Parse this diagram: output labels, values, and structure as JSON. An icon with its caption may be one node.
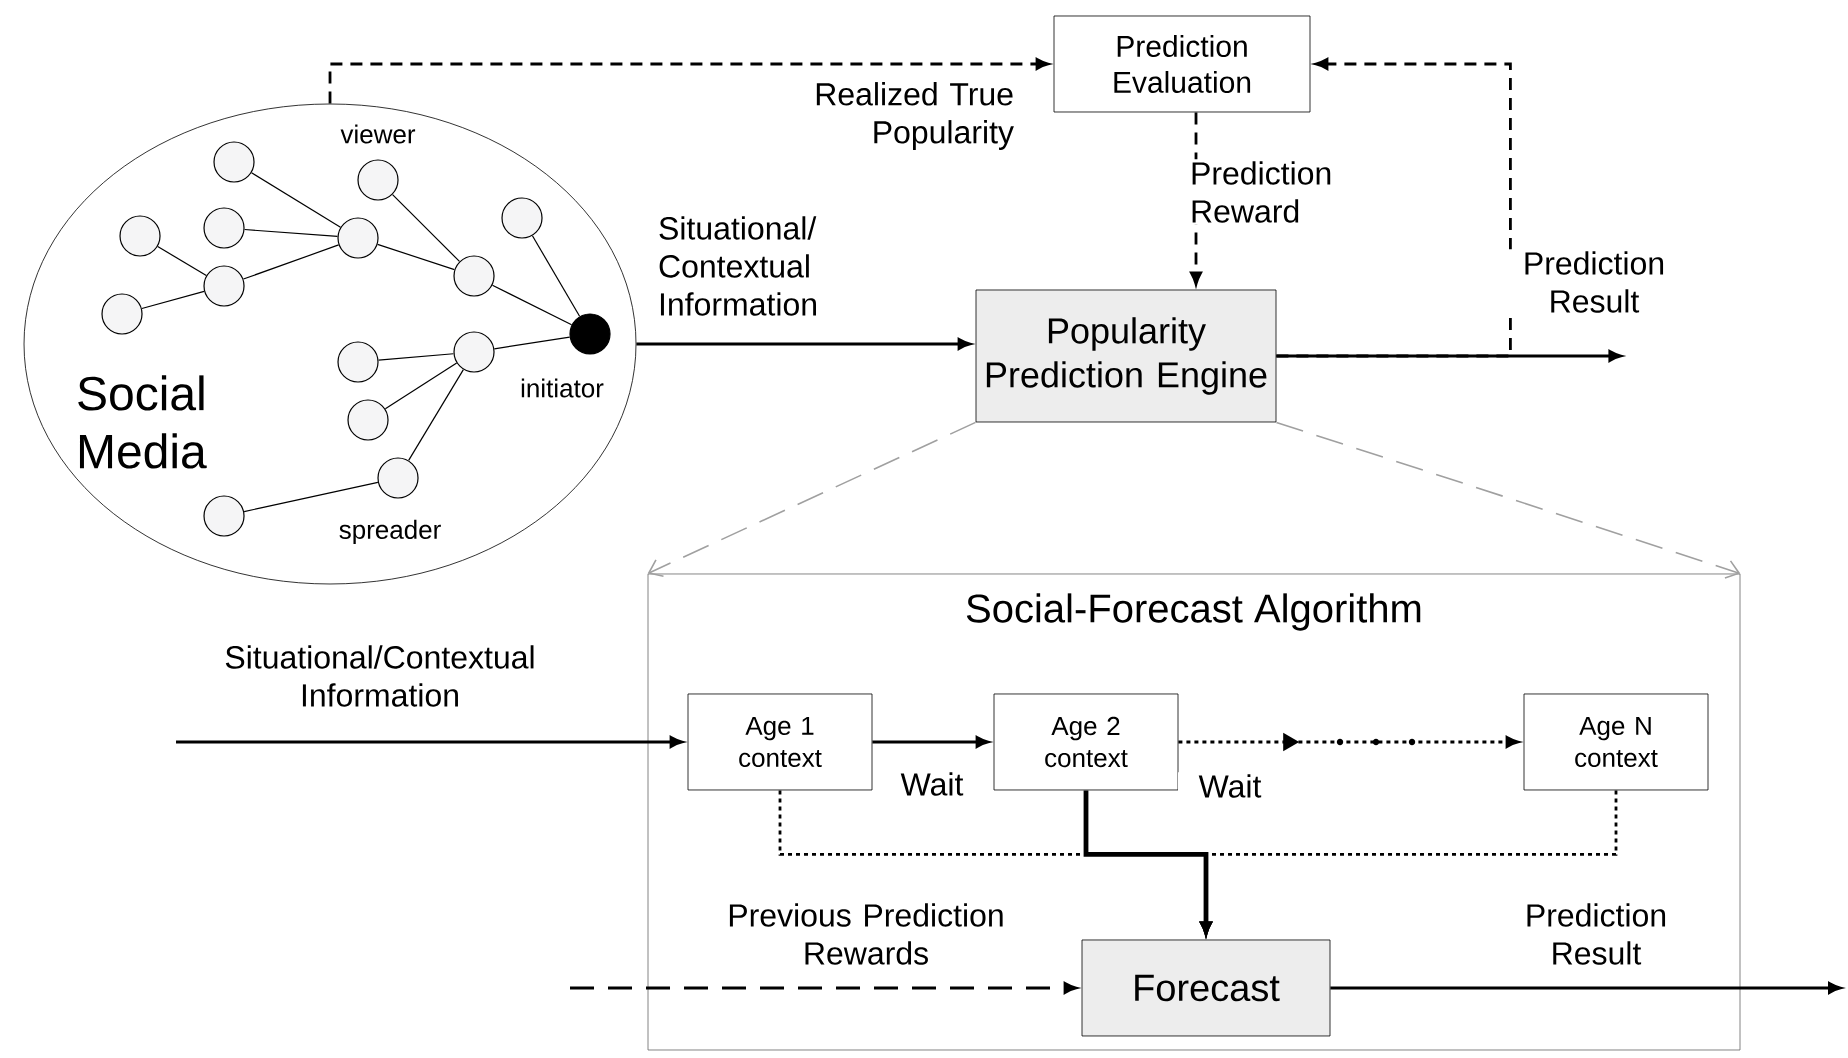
{
  "diagram": {
    "nodes": [
      {
        "text": [
          "Social Media"
        ]
      },
      {
        "text": [],
        "shape": "circle",
        "in": 0
      },
      {
        "text": [],
        "shape": "circle",
        "in": 0,
        "beside": [
          "viewer"
        ]
      },
      {
        "text": [],
        "shape": "circle",
        "in": 0
      },
      {
        "text": [],
        "shape": "circle",
        "in": 0
      },
      {
        "text": [],
        "shape": "circle",
        "in": 0
      },
      {
        "text": [],
        "shape": "circle",
        "in": 0
      },
      {
        "text": [],
        "shape": "circle",
        "in": 0
      },
      {
        "text": [],
        "shape": "circle",
        "in": 0
      },
      {
        "text": [],
        "shape": "circle",
        "in": 0
      },
      {
        "text": [],
        "shape": "circle",
        "in": 0,
        "beside": [
          "initiator"
        ]
      },
      {
        "text": [],
        "shape": "circle",
        "in": 0
      },
      {
        "text": [],
        "shape": "circle",
        "in": 0
      },
      {
        "text": [],
        "shape": "circle",
        "in": 0
      },
      {
        "text": [],
        "shape": "circle",
        "in": 0,
        "beside": [
          "spreader"
        ]
      },
      {
        "text": [],
        "shape": "circle",
        "in": 0
      },
      {
        "text": [
          "Prediction Evaluation"
        ]
      },
      {
        "text": [
          "Popularity Prediction Engine"
        ]
      },
      {
        "text": [
          "Social-Forecast Algorithm"
        ]
      },
      {
        "text": [
          "Age 1 context"
        ],
        "in": 18
      },
      {
        "text": [
          "Age 2 context"
        ],
        "in": 18
      },
      {
        "text": [
          "Age N context"
        ],
        "in": 18
      },
      {
        "text": [
          "Forecast"
        ],
        "in": 18
      }
    ],
    "edges": [
      {
        "from": 1,
        "to": 6,
        "arrow": "none"
      },
      {
        "from": 4,
        "to": 6,
        "arrow": "none"
      },
      {
        "from": 5,
        "to": 8,
        "arrow": "none"
      },
      {
        "from": 8,
        "to": 6,
        "arrow": "none"
      },
      {
        "from": 9,
        "to": 8,
        "arrow": "none"
      },
      {
        "from": 6,
        "to": 7,
        "arrow": "none"
      },
      {
        "from": 2,
        "to": 7,
        "arrow": "none"
      },
      {
        "from": 7,
        "to": 10,
        "arrow": "none"
      },
      {
        "from": 3,
        "to": 10,
        "arrow": "none"
      },
      {
        "from": 12,
        "to": 11,
        "arrow": "none"
      },
      {
        "from": 11,
        "to": 10,
        "arrow": "none"
      },
      {
        "from": 13,
        "to": 11,
        "arrow": "none"
      },
      {
        "from": 11,
        "to": 14,
        "arrow": "none"
      },
      {
        "from": 14,
        "to": 15,
        "arrow": "none"
      },
      {
        "from": 0,
        "to": 16,
        "arrow": "to",
        "style": "dashed",
        "label": "Realized True Popularity"
      },
      {
        "from": 16,
        "to": 17,
        "arrow": "to",
        "style": "dashed",
        "label": "Prediction Reward"
      },
      {
        "from": 17,
        "to": 16,
        "arrow": "to",
        "style": "dashed"
      },
      {
        "from": 0,
        "to": 17,
        "arrow": "to",
        "label": "Situational/ Contextual Information"
      },
      {
        "from": 17,
        "to": null,
        "arrow": "to",
        "label": "Prediction Result"
      },
      {
        "from": 17,
        "to": 18,
        "arrow": "to",
        "style": "dashed",
        "color": "#a0a0a0"
      },
      {
        "from": 17,
        "to": 18,
        "arrow": "to",
        "style": "dashed",
        "color": "#a0a0a0"
      },
      {
        "from": null,
        "to": 19,
        "arrow": "to",
        "label": "Situational/Contextual Information"
      },
      {
        "from": 19,
        "to": 20,
        "arrow": "to",
        "label": "Wait"
      },
      {
        "from": 20,
        "to": 21,
        "arrow": "to",
        "style": "dashed",
        "label": "Wait"
      },
      {
        "from": 19,
        "to": 22,
        "arrow": "to",
        "style": "dashed"
      },
      {
        "from": 20,
        "to": 22,
        "arrow": "to",
        "style": "thick"
      },
      {
        "from": 21,
        "to": 22,
        "arrow": "to",
        "style": "dashed"
      },
      {
        "from": null,
        "to": 22,
        "arrow": "to",
        "style": "dashed",
        "label": "Previous Prediction Rewards"
      },
      {
        "from": 22,
        "to": null,
        "arrow": "to",
        "label": "Prediction Result"
      }
    ]
  }
}
